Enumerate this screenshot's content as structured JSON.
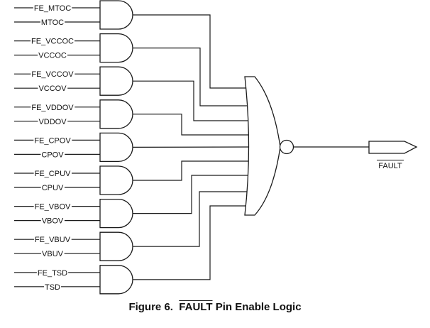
{
  "figure": {
    "caption_prefix": "Figure 6.",
    "caption_signal": "FAULT",
    "caption_suffix": "Pin Enable Logic"
  },
  "and_gates": [
    {
      "enable": "FE_MTOC",
      "signal": "MTOC"
    },
    {
      "enable": "FE_VCCOC",
      "signal": "VCCOC"
    },
    {
      "enable": "FE_VCCOV",
      "signal": "VCCOV"
    },
    {
      "enable": "FE_VDDOV",
      "signal": "VDDOV"
    },
    {
      "enable": "FE_CPOV",
      "signal": "CPOV"
    },
    {
      "enable": "FE_CPUV",
      "signal": "CPUV"
    },
    {
      "enable": "FE_VBOV",
      "signal": "VBOV"
    },
    {
      "enable": "FE_VBUV",
      "signal": "VBUV"
    },
    {
      "enable": "FE_TSD",
      "signal": "TSD"
    }
  ],
  "combiner": {
    "type": "NOR",
    "inputs": 9
  },
  "output": {
    "label": "FAULT",
    "active_low": true
  }
}
